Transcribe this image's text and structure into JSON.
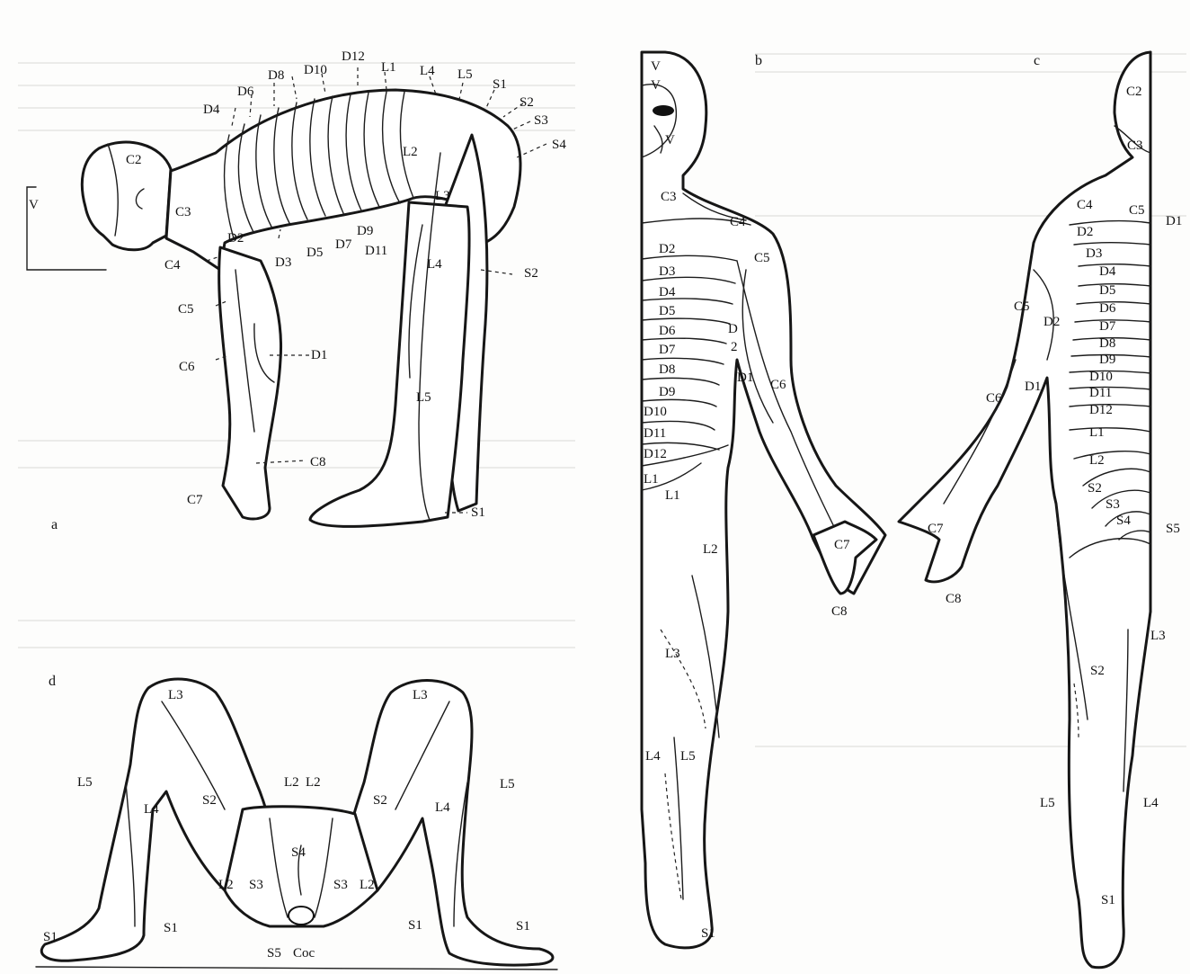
{
  "panels": {
    "a": "a",
    "b": "b",
    "c": "c",
    "d": "d"
  },
  "labels": {
    "a": {
      "c2": "C2",
      "c3": "C3",
      "c4": "C4",
      "c5": "C5",
      "c6": "C6",
      "c7": "C7",
      "c8": "C8",
      "d1": "D1",
      "d2": "D2",
      "d3": "D3",
      "d4": "D4",
      "d5": "D5",
      "d6": "D6",
      "d7": "D7",
      "d8": "D8",
      "d9": "D9",
      "d10": "D10",
      "d11": "D11",
      "d12": "D12",
      "l1": "L1",
      "l2": "L2",
      "l3": "L3",
      "l4": "L4",
      "l5": "L5",
      "l4top": "L4",
      "l5top": "L5",
      "s1top": "S1",
      "s2top": "S2",
      "s3": "S3",
      "s4": "S4",
      "s2leg": "S2",
      "s1foot": "S1",
      "v": "V"
    },
    "b": {
      "v1": "V",
      "v2": "V",
      "v3": "V",
      "c3": "C3",
      "c4": "C4",
      "c5": "C5",
      "c6": "C6",
      "c7": "C7",
      "c8": "C8",
      "d2": "D2",
      "d3": "D3",
      "d4": "D4",
      "d5": "D5",
      "d6": "D6",
      "d7": "D7",
      "d8": "D8",
      "d9": "D9",
      "d10": "D10",
      "d11": "D11",
      "d12": "D12",
      "d1": "D1",
      "darm": "D",
      "d2arm": "2",
      "l1": "L1",
      "l1b": "L1",
      "l2": "L2",
      "l3": "L3",
      "l4": "L4",
      "l5": "L5",
      "s1": "S1"
    },
    "c": {
      "c2": "C2",
      "c3": "C3",
      "c4": "C4",
      "c5top": "C5",
      "d1top": "D1",
      "c5": "C5",
      "c6": "C6",
      "c7": "C7",
      "c8": "C8",
      "d1": "D1",
      "d2arm": "D2",
      "d2": "D2",
      "d3": "D3",
      "d4": "D4",
      "d5": "D5",
      "d6": "D6",
      "d7": "D7",
      "d8": "D8",
      "d9": "D9",
      "d10": "D10",
      "d11": "D11",
      "d12": "D12",
      "l1": "L1",
      "l2": "L2",
      "s2": "S2",
      "s3": "S3",
      "s4": "S4",
      "s5": "S5",
      "l3": "L3",
      "s2leg": "S2",
      "l5": "L5",
      "l4": "L4",
      "s1": "S1"
    },
    "d": {
      "l3left": "L3",
      "l3right": "L3",
      "l5left": "L5",
      "l5right": "L5",
      "l4left": "L4",
      "l4right": "L4",
      "s2left": "S2",
      "s2right": "S2",
      "l2left": "L2",
      "l2right": "L2",
      "s4": "S4",
      "l2lowleft": "L2",
      "s3left": "S3",
      "s3right": "S3",
      "l2lowright": "L2",
      "s1left": "S1",
      "s1leftfoot": "S1",
      "s5": "S5",
      "coc": "Coc",
      "s1right": "S1",
      "s1rightfoot": "S1"
    }
  }
}
